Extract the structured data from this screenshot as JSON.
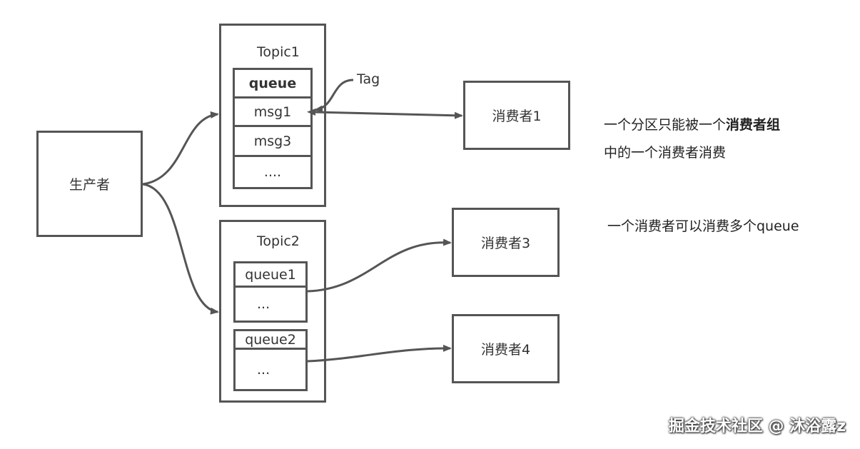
{
  "producer": {
    "label": "生产者"
  },
  "topic1": {
    "title": "Topic1",
    "cells": [
      "queue",
      "msg1",
      "msg3",
      "...."
    ],
    "tag_label": "Tag"
  },
  "topic2": {
    "title": "Topic2",
    "queue1": {
      "header": "queue1",
      "body": "..."
    },
    "queue2": {
      "header": "queue2",
      "body": "..."
    }
  },
  "consumers": {
    "c1": "消费者1",
    "c3": "消费者3",
    "c4": "消费者4"
  },
  "notes": {
    "note1_prefix": "一个分区只能被一个",
    "note1_bold": "消费者组",
    "note1_line2": "中的一个消费者消费",
    "note2": "一个消费者可以消费多个queue"
  },
  "watermark": "掘金技术社区 @ 沐浴露z"
}
